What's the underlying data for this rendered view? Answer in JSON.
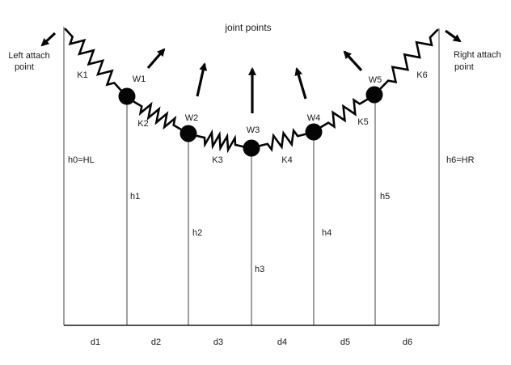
{
  "labels": {
    "joint_points": "joint points",
    "left_attach_line1": "Left attach",
    "left_attach_line2": "point",
    "right_attach_line1": "Right attach",
    "right_attach_line2": "point"
  },
  "springs": [
    {
      "label": "K1"
    },
    {
      "label": "K2"
    },
    {
      "label": "K3"
    },
    {
      "label": "K4"
    },
    {
      "label": "K5"
    },
    {
      "label": "K6"
    }
  ],
  "joints": [
    {
      "label": "W1"
    },
    {
      "label": "W2"
    },
    {
      "label": "W3"
    },
    {
      "label": "W4"
    },
    {
      "label": "W5"
    }
  ],
  "heights": [
    {
      "label": "h0=HL"
    },
    {
      "label": "h1"
    },
    {
      "label": "h2"
    },
    {
      "label": "h3"
    },
    {
      "label": "h4"
    },
    {
      "label": "h5"
    },
    {
      "label": "h6=HR"
    }
  ],
  "distances": [
    {
      "label": "d1"
    },
    {
      "label": "d2"
    },
    {
      "label": "d3"
    },
    {
      "label": "d4"
    },
    {
      "label": "d5"
    },
    {
      "label": "d6"
    }
  ],
  "colors": {
    "ink": "#050505",
    "measure_line": "#404040",
    "background": "#ffffff"
  }
}
